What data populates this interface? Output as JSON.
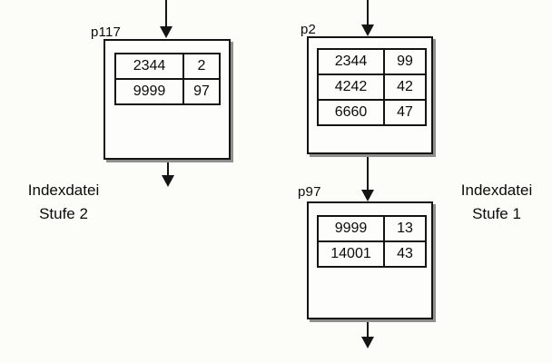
{
  "diagram": {
    "nodes": [
      {
        "label": "p117",
        "rows": [
          {
            "key": "2344",
            "ptr": "2"
          },
          {
            "key": "9999",
            "ptr": "97"
          }
        ]
      },
      {
        "label": "p2",
        "rows": [
          {
            "key": "2344",
            "ptr": "99"
          },
          {
            "key": "4242",
            "ptr": "42"
          },
          {
            "key": "6660",
            "ptr": "47"
          }
        ]
      },
      {
        "label": "p97",
        "rows": [
          {
            "key": "9999",
            "ptr": "13"
          },
          {
            "key": "14001",
            "ptr": "43"
          }
        ]
      }
    ],
    "captions": [
      {
        "line1": "Indexdatei",
        "line2": "Stufe 2"
      },
      {
        "line1": "Indexdatei",
        "line2": "Stufe 1"
      }
    ],
    "colors": {
      "background": "#fcfcf9",
      "line": "#151515",
      "border": "#141414",
      "box_shadow": "#8f8f8f",
      "text": "#0b0b0b"
    }
  }
}
